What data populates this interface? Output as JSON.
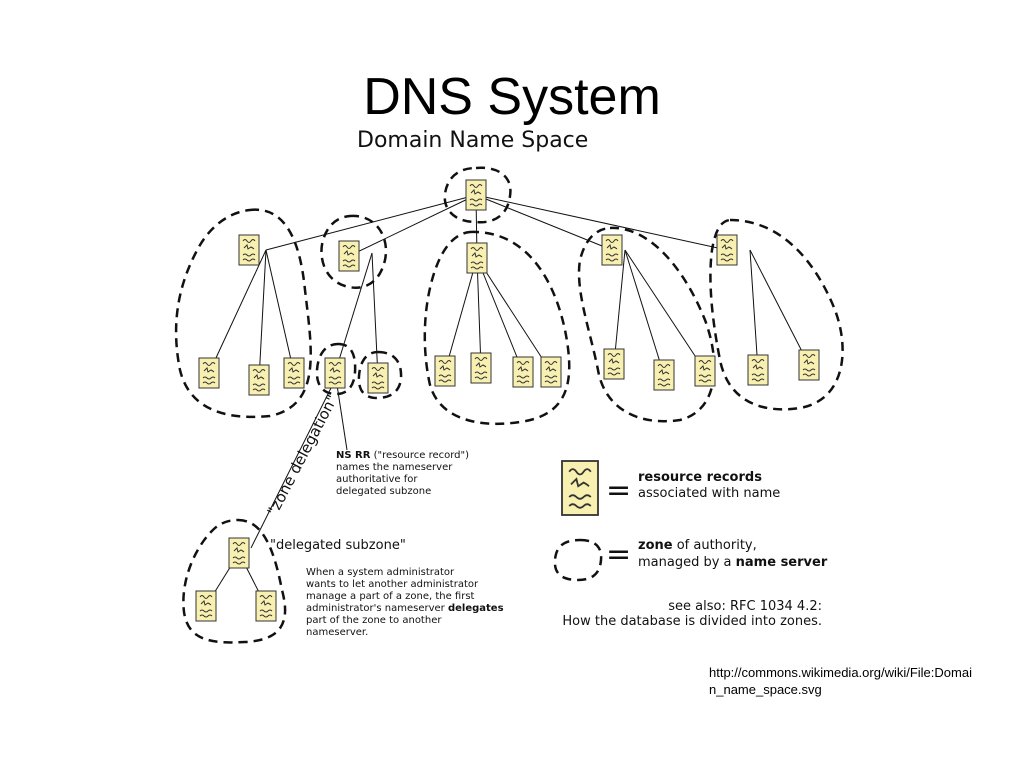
{
  "slide": {
    "title": "DNS System",
    "source_url": "http://commons.wikimedia.org/wiki/File:Domain_name_space.svg"
  },
  "diagram": {
    "title": "Domain Name Space",
    "zone_delegation_label": "\"zone delegation\"",
    "ns_rr_note": {
      "bold": "NS RR",
      "line1_rest": " (\"resource record\")",
      "line2": "names the nameserver",
      "line3": "authoritative for",
      "line4": "delegated subzone"
    },
    "delegated_subzone_label": "\"delegated subzone\"",
    "delegation_explanation": {
      "line1": "When a system administrator",
      "line2": "wants to let another administrator",
      "line3": "manage a part of a zone, the first",
      "line4_start": "administrator's nameserver ",
      "line4_bold": "delegates",
      "line5": "part of the zone to another",
      "line6": "nameserver."
    },
    "legend": {
      "equals": "=",
      "rr_bold": "resource records",
      "rr_rest": "associated with name",
      "zone_bold": "zone",
      "zone_rest": " of authority,",
      "managed_prefix": "managed by a ",
      "managed_bold": "name server"
    },
    "see_also": {
      "line1": "see also: RFC 1034 4.2:",
      "line2": "How the database is divided into zones."
    }
  }
}
